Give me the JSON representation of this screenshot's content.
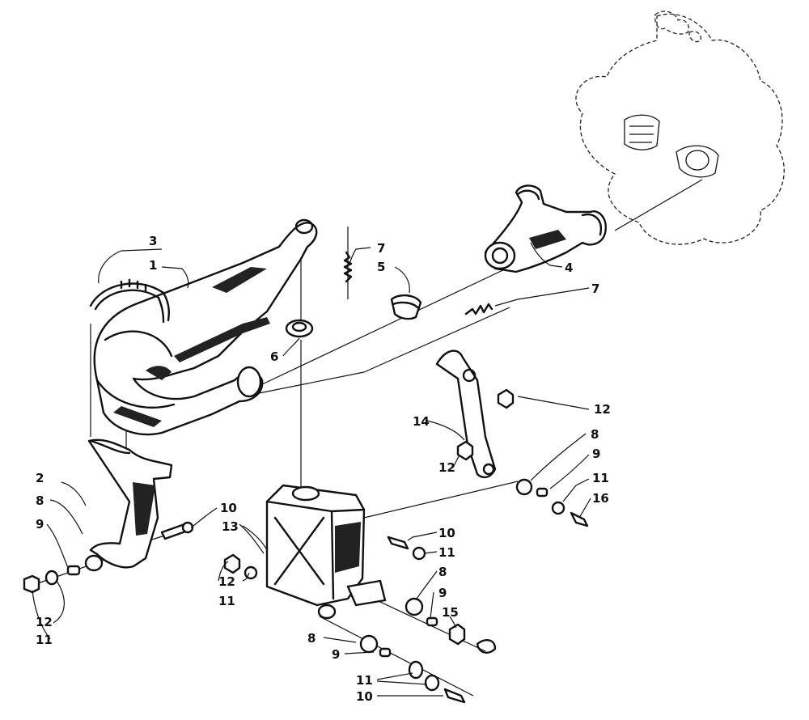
{
  "callouts": [
    {
      "id": "c1",
      "text": "1"
    },
    {
      "id": "c2",
      "text": "2"
    },
    {
      "id": "c3",
      "text": "3"
    },
    {
      "id": "c4",
      "text": "4"
    },
    {
      "id": "c5",
      "text": "5"
    },
    {
      "id": "c6",
      "text": "6"
    },
    {
      "id": "c7a",
      "text": "7"
    },
    {
      "id": "c7b",
      "text": "7"
    },
    {
      "id": "c8a",
      "text": "8"
    },
    {
      "id": "c8b",
      "text": "8"
    },
    {
      "id": "c8c",
      "text": "8"
    },
    {
      "id": "c8d",
      "text": "8"
    },
    {
      "id": "c9a",
      "text": "9"
    },
    {
      "id": "c9b",
      "text": "9"
    },
    {
      "id": "c9c",
      "text": "9"
    },
    {
      "id": "c9d",
      "text": "9"
    },
    {
      "id": "c10a",
      "text": "10"
    },
    {
      "id": "c10b",
      "text": "10"
    },
    {
      "id": "c10c",
      "text": "10"
    },
    {
      "id": "c11a",
      "text": "11"
    },
    {
      "id": "c11b",
      "text": "11"
    },
    {
      "id": "c11c",
      "text": "11"
    },
    {
      "id": "c11d",
      "text": "11"
    },
    {
      "id": "c11e",
      "text": "11"
    },
    {
      "id": "c12a",
      "text": "12"
    },
    {
      "id": "c12b",
      "text": "12"
    },
    {
      "id": "c12c",
      "text": "12"
    },
    {
      "id": "c12d",
      "text": "12"
    },
    {
      "id": "c13",
      "text": "13"
    },
    {
      "id": "c14",
      "text": "14"
    },
    {
      "id": "c15",
      "text": "15"
    },
    {
      "id": "c16",
      "text": "16"
    }
  ]
}
